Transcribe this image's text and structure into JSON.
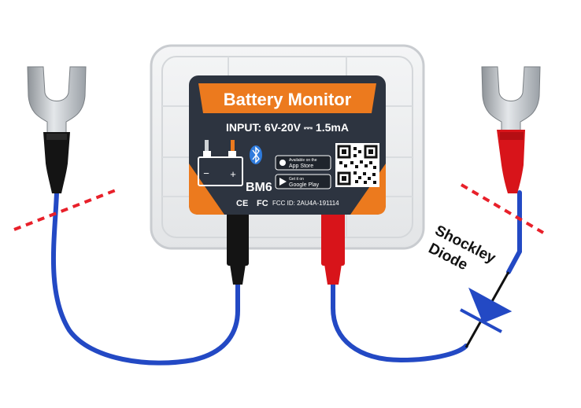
{
  "label": {
    "title": "Battery Monitor",
    "input_spec": "INPUT: 6V-20V ⎓ 1.5mA",
    "model": "BM6",
    "app_store_top": "Available on the",
    "app_store_main": "App Store",
    "google_play_top": "Get it on",
    "google_play_main": "Google Play",
    "ce_mark": "CE",
    "fcc_mark": "FC",
    "fcc_id": "FCC ID: 2AU4A-191114",
    "battery_minus": "−",
    "battery_plus": "+"
  },
  "annotation": {
    "line1": "Shockley",
    "line2": "Diode"
  },
  "colors": {
    "accent_orange": "#ec7a1e",
    "label_dark": "#2d3440",
    "wire_blue": "#2349c4",
    "clamp_red": "#d8141a",
    "clamp_black": "#141414",
    "cut_line_red": "#e8202a",
    "terminal_metal": "#b8bcc0"
  },
  "icons": [
    "battery-icon",
    "bluetooth-icon",
    "apple-icon",
    "google-play-icon",
    "qr-code-icon",
    "diode-symbol-icon"
  ]
}
